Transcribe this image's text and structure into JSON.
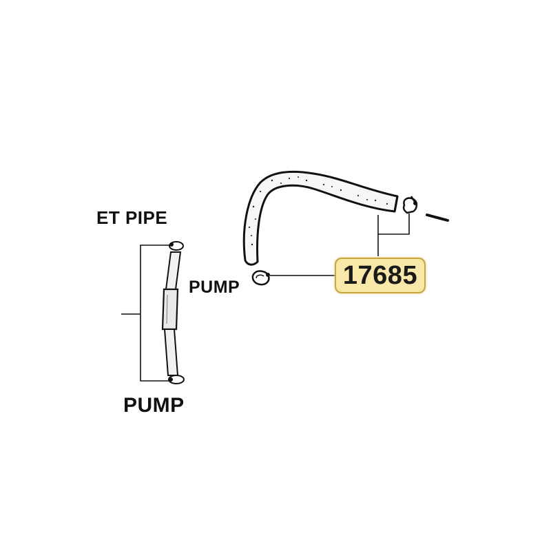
{
  "labels": {
    "outlet_pipe": "ET PIPE",
    "pump_left": "PUMP",
    "pump_right": "PUMP"
  },
  "callout": {
    "part_number": "17685",
    "badge_fill": "#f7e7a8",
    "badge_border": "#c9a640"
  },
  "colors": {
    "line_art": "#111111",
    "hose_fill": "#f4f4f4",
    "background": "#ffffff"
  }
}
